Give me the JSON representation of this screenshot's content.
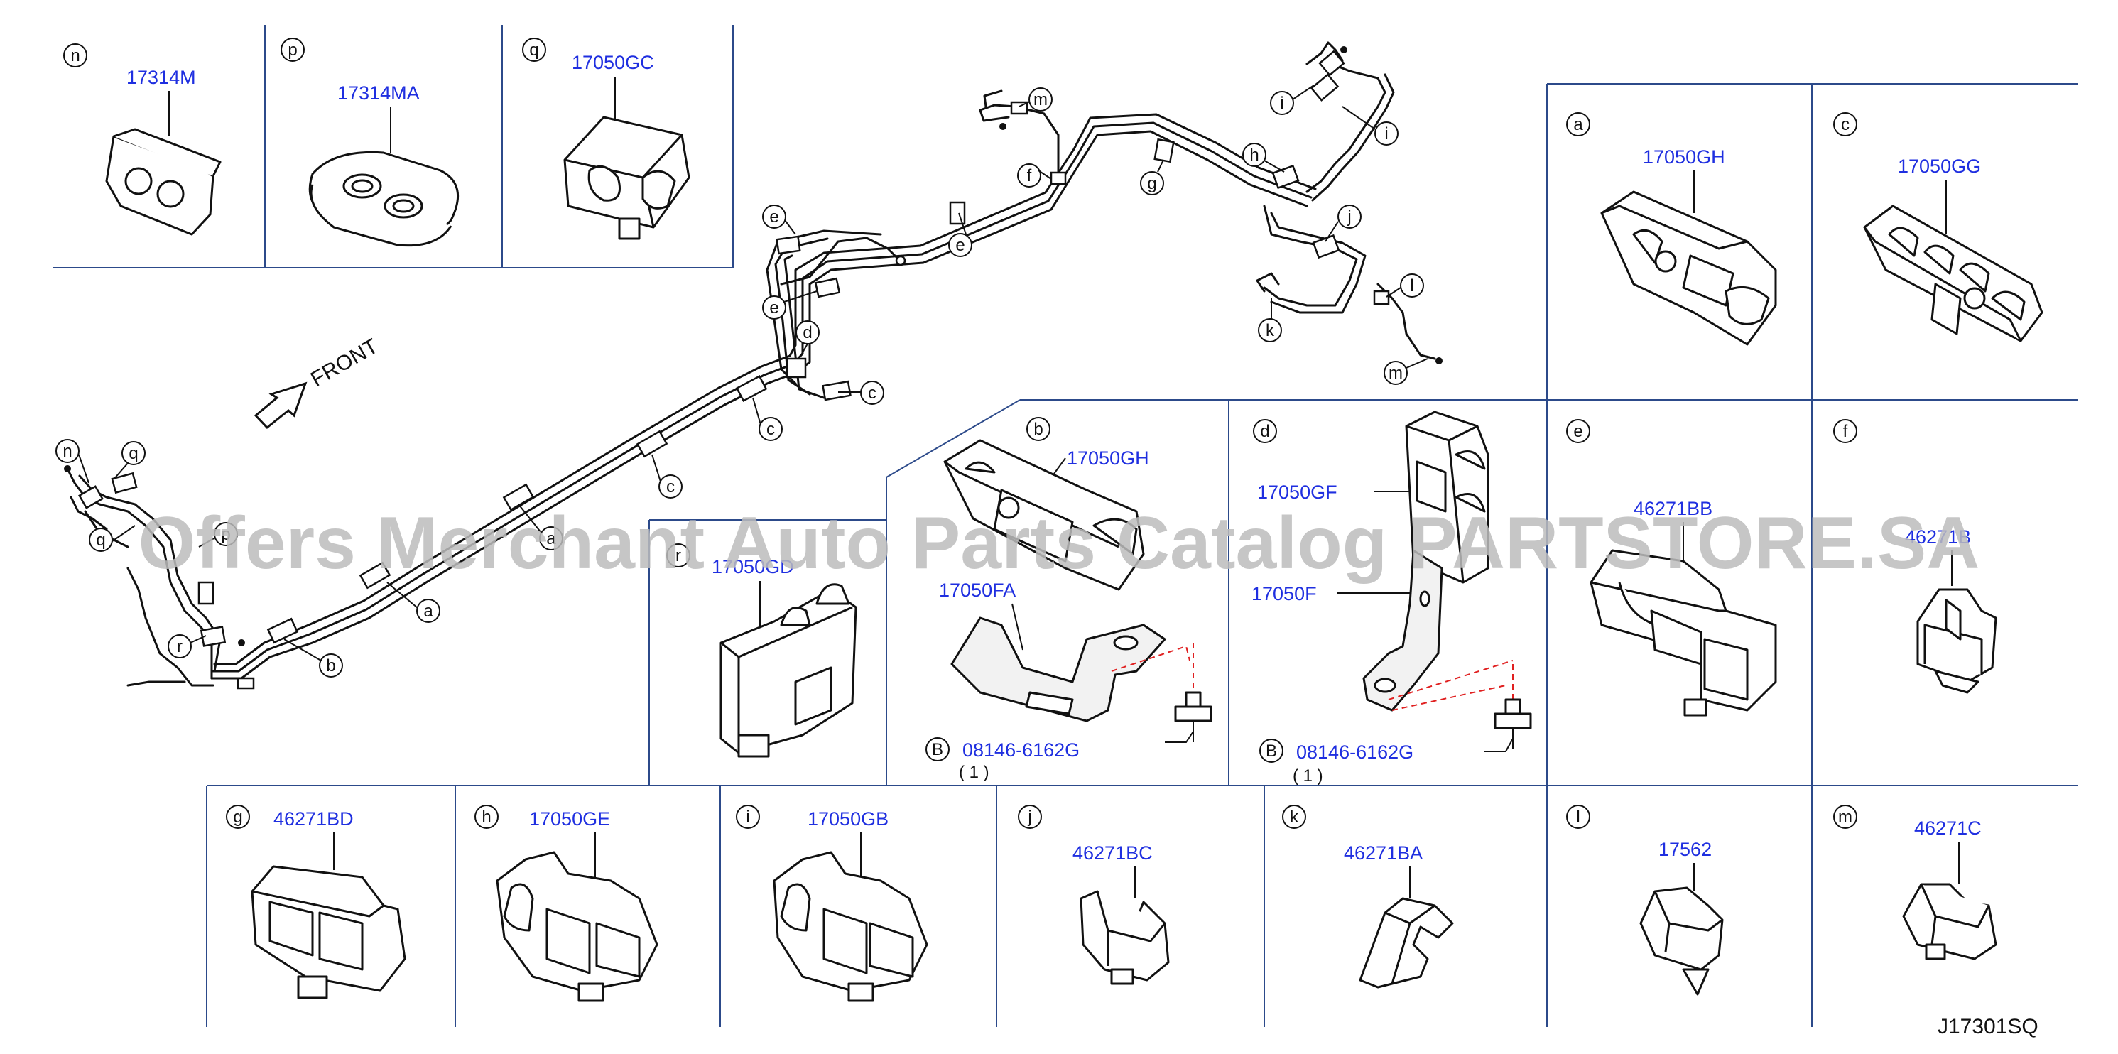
{
  "diagram": {
    "code": "J17301SQ",
    "front_label": "FRONT",
    "watermark": "Offers Merchant Auto Parts Catalog PARTSTORE.SA",
    "callout_letters": {
      "n": "n",
      "p": "p",
      "q": "q",
      "r": "r",
      "a": "a",
      "b": "b",
      "c": "c",
      "d": "d",
      "e": "e",
      "f": "f",
      "g": "g",
      "h": "h",
      "i": "i",
      "j": "j",
      "k": "k",
      "l": "l",
      "m": "m",
      "B": "B"
    },
    "parts": {
      "n": "17314M",
      "p": "17314MA",
      "q": "17050GC",
      "a": "17050GH",
      "c": "17050GG",
      "r": "17050GD",
      "b_clip": "17050GH",
      "b_bracket": "17050FA",
      "b_bolt": "08146-6162G",
      "b_qty": "( 1 )",
      "d_clip": "17050GF",
      "d_bracket": "17050F",
      "d_bolt": "08146-6162G",
      "d_qty": "( 1 )",
      "e": "46271BB",
      "f": "46271B",
      "g": "46271BD",
      "h": "17050GE",
      "i": "17050GB",
      "j": "46271BC",
      "k": "46271BA",
      "l": "17562",
      "m": "46271C"
    }
  }
}
